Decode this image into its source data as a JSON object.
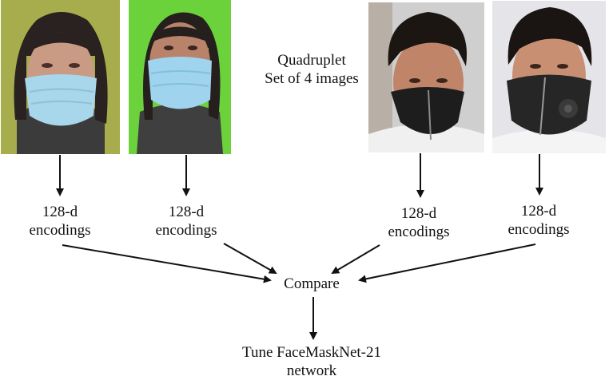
{
  "header": {
    "line1": "Quadruplet",
    "line2": "Set of 4 images"
  },
  "photos": [
    {
      "name": "woman-white-mask-photo",
      "background": "#a7ad4c",
      "mask_color": "#a8d6ea",
      "hair": "#2a2220",
      "skin": "#c99a84",
      "shirt": "#3b3b3b"
    },
    {
      "name": "woman-blue-mask-photo",
      "background": "#6cd23c",
      "mask_color": "#9fd3ee",
      "hair": "#25201d",
      "skin": "#b9836b",
      "shirt": "#3f3f3f"
    },
    {
      "name": "man-black-mask-photo",
      "background": "#cfcfcf",
      "mask_color": "#1d1d1d",
      "hair": "#1c1613",
      "skin": "#c08468",
      "shirt": "#f0f0f0"
    },
    {
      "name": "man-black-valve-mask-photo",
      "background": "#e5e4e8",
      "mask_color": "#262626",
      "hair": "#1a1512",
      "skin": "#c98f73",
      "shirt": "#f4f4f4"
    }
  ],
  "encodings": [
    {
      "line1": "128-d",
      "line2": "encodings"
    },
    {
      "line1": "128-d",
      "line2": "encodings"
    },
    {
      "line1": "128-d",
      "line2": "encodings"
    },
    {
      "line1": "128-d",
      "line2": "encodings"
    }
  ],
  "compare": {
    "label": "Compare"
  },
  "output": {
    "line1": "Tune FaceMaskNet-21",
    "line2": "network"
  }
}
